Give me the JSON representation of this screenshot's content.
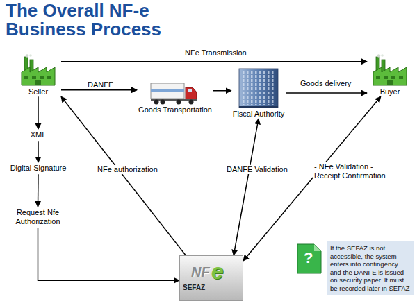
{
  "diagram": {
    "title": "The Overall NF-e Business Process",
    "nodes": [
      {
        "text": [
          "Seller"
        ]
      },
      {
        "text": [
          "Goods Transportation"
        ]
      },
      {
        "text": [
          "Fiscal Authority"
        ]
      },
      {
        "text": [
          "Buyer"
        ]
      },
      {
        "text": [
          "XML"
        ]
      },
      {
        "text": [
          "Digital Signature"
        ]
      },
      {
        "text": [
          "Request Nfe Authorization"
        ]
      },
      {
        "text": [
          "NF",
          "e",
          "SEFAZ"
        ]
      },
      {
        "text": [
          "If the SEFAZ is not accessible, the system enters into contingency and the DANFE is issued on security paper. It must be recorded later in SEFAZ"
        ]
      }
    ],
    "edges": [
      {
        "from": 0,
        "to": 3,
        "label": "NFe Transmission",
        "arrow": "to"
      },
      {
        "from": 0,
        "to": 1,
        "label": "DANFE",
        "arrow": "to"
      },
      {
        "from": 1,
        "to": 2,
        "arrow": "to"
      },
      {
        "from": 2,
        "to": 3,
        "label": "Goods delivery",
        "arrow": "to"
      },
      {
        "from": 0,
        "to": 4,
        "arrow": "to"
      },
      {
        "from": 4,
        "to": 5,
        "arrow": "to"
      },
      {
        "from": 5,
        "to": 6,
        "arrow": "to"
      },
      {
        "from": 6,
        "to": 7,
        "arrow": "to"
      },
      {
        "from": 7,
        "to": 0,
        "label": "NFe authorization",
        "arrow": "to"
      },
      {
        "from": 2,
        "to": 7,
        "label": "DANFE Validation",
        "arrow": "both"
      },
      {
        "from": 3,
        "to": 7,
        "label": "- NFe Validation - Receipt Confirmation",
        "arrow": "both"
      }
    ],
    "labels": [
      "?"
    ]
  }
}
